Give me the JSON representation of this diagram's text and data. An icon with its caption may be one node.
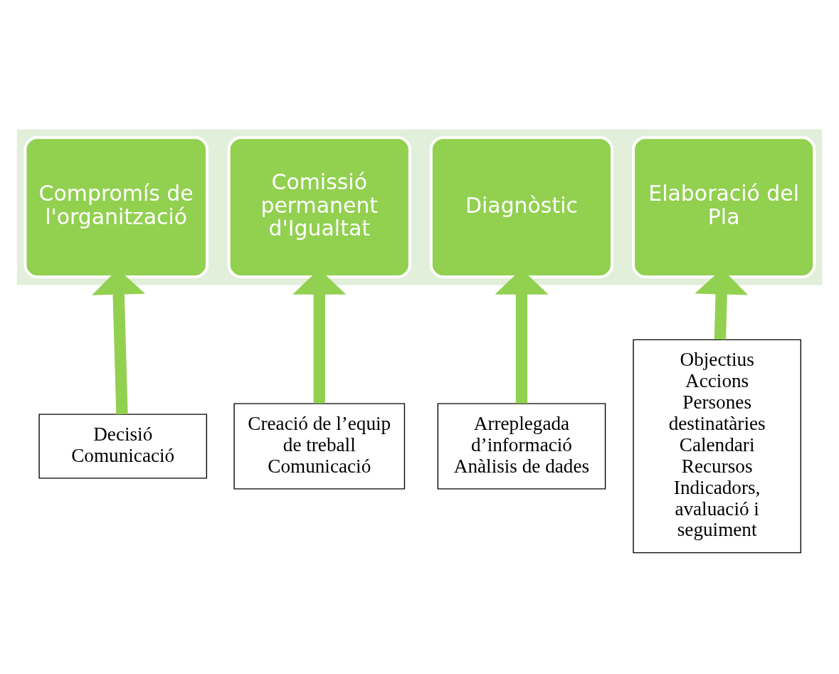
{
  "diagram": {
    "nodes": [
      {
        "text": [],
        "shape": "arrow"
      },
      {
        "text": [
          "Compromís de l'organització"
        ],
        "in": 0
      },
      {
        "text": [
          "Comissió permanent d'Igualtat"
        ],
        "in": 0
      },
      {
        "text": [
          "Diagnòstic"
        ],
        "in": 0
      },
      {
        "text": [
          "Elaboració del Pla"
        ],
        "in": 0
      },
      {
        "text": [
          "Decisió",
          "Comunicació"
        ]
      },
      {
        "text": [
          "Creació de l’equip de treball",
          "Comunicació"
        ]
      },
      {
        "text": [
          "Arreplegada d’informació",
          "Anàlisis de dades"
        ]
      },
      {
        "text": [
          "Objectius",
          "Accions",
          "Persones destinatàries",
          "Calendari",
          "Recursos",
          "Indicadors, avaluació i seguiment"
        ]
      }
    ],
    "edges": [
      {
        "from": 5,
        "to": 1,
        "arrow": "to"
      },
      {
        "from": 6,
        "to": 2,
        "arrow": "to"
      },
      {
        "from": 7,
        "to": 3,
        "arrow": "to"
      },
      {
        "from": 8,
        "to": 4,
        "arrow": "to"
      }
    ]
  }
}
